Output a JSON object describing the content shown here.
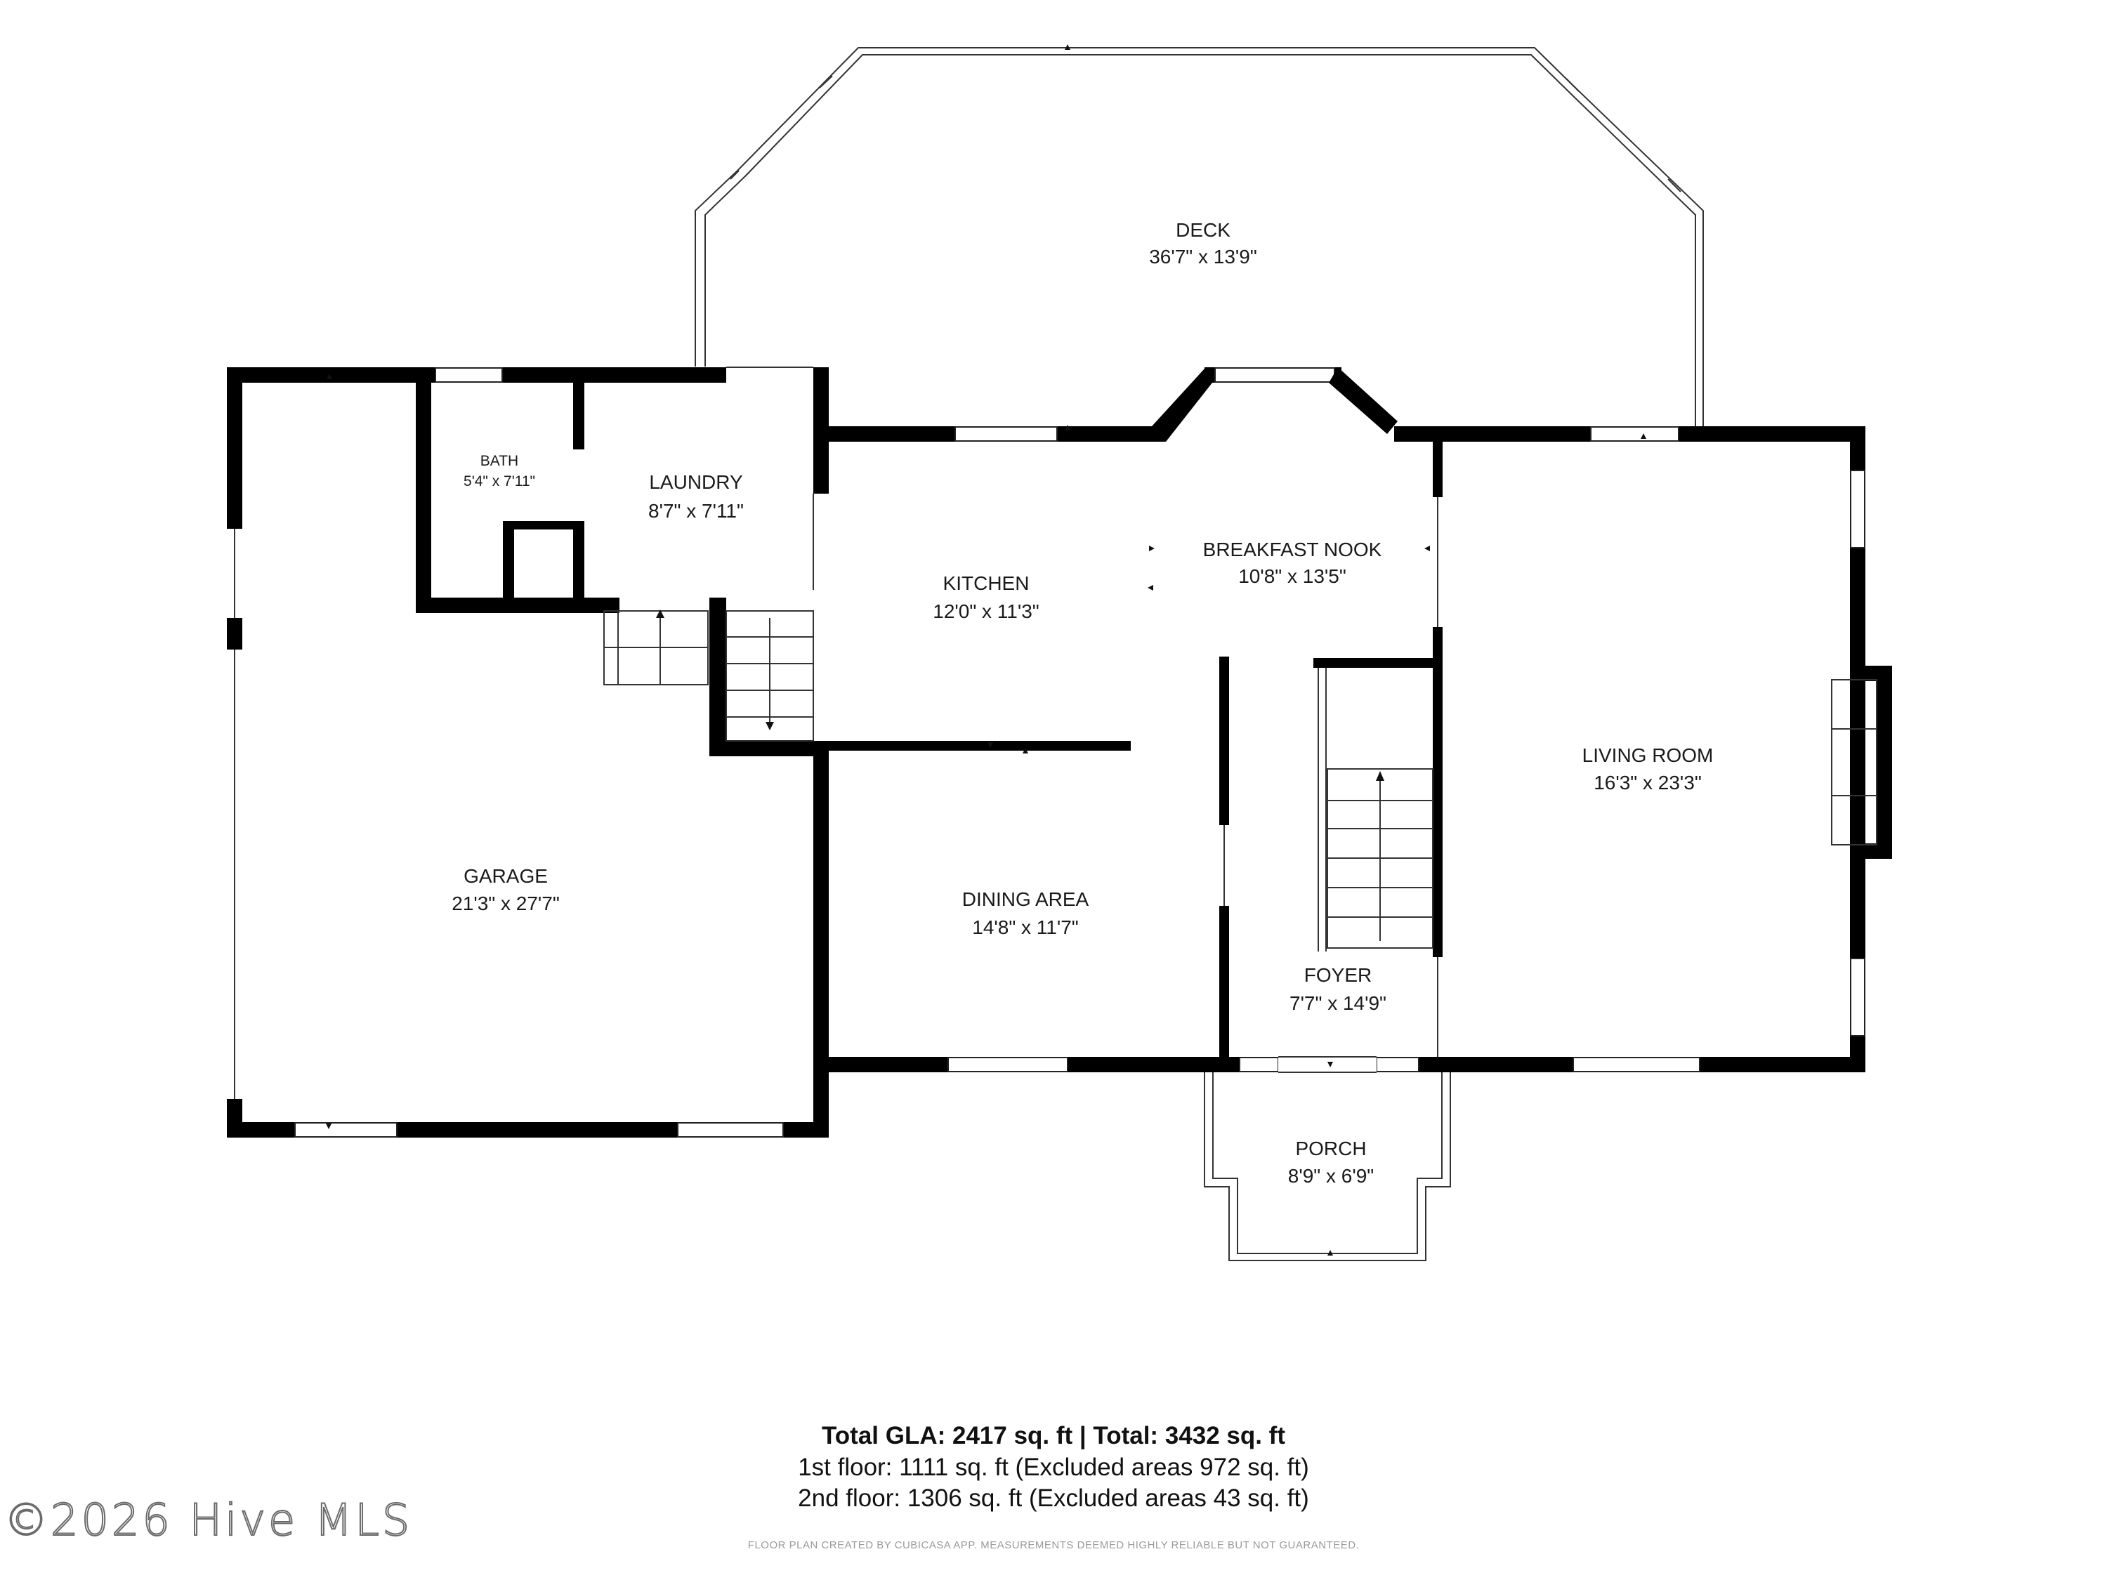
{
  "plan": {
    "rooms": [
      {
        "id": "deck",
        "name": "DECK",
        "dimensions": "36'7\" x 13'9\""
      },
      {
        "id": "bath",
        "name": "BATH",
        "dimensions": "5'4\" x 7'11\""
      },
      {
        "id": "laundry",
        "name": "LAUNDRY",
        "dimensions": "8'7\" x 7'11\""
      },
      {
        "id": "kitchen",
        "name": "KITCHEN",
        "dimensions": "12'0\" x 11'3\""
      },
      {
        "id": "breakfast-nook",
        "name": "BREAKFAST NOOK",
        "dimensions": "10'8\" x 13'5\""
      },
      {
        "id": "living-room",
        "name": "LIVING ROOM",
        "dimensions": "16'3\" x 23'3\""
      },
      {
        "id": "garage",
        "name": "GARAGE",
        "dimensions": "21'3\" x 27'7\""
      },
      {
        "id": "dining-area",
        "name": "DINING AREA",
        "dimensions": "14'8\" x 11'7\""
      },
      {
        "id": "foyer",
        "name": "FOYER",
        "dimensions": "7'7\" x 14'9\""
      },
      {
        "id": "porch",
        "name": "PORCH",
        "dimensions": "8'9\" x 6'9\""
      }
    ]
  },
  "summary": {
    "title": "Total GLA: 2417 sq. ft | Total: 3432 sq. ft",
    "first_floor": "1st floor: 1111 sq. ft (Excluded areas 972 sq. ft)",
    "second_floor": "2nd floor: 1306 sq. ft (Excluded areas 43 sq. ft)"
  },
  "credit": "FLOOR PLAN CREATED BY CUBICASA APP. MEASUREMENTS DEEMED HIGHLY RELIABLE BUT NOT GUARANTEED.",
  "watermark": "©2026 Hive MLS",
  "colors": {
    "wall": "#000000",
    "thin_line": "#444444",
    "background": "#ffffff"
  }
}
